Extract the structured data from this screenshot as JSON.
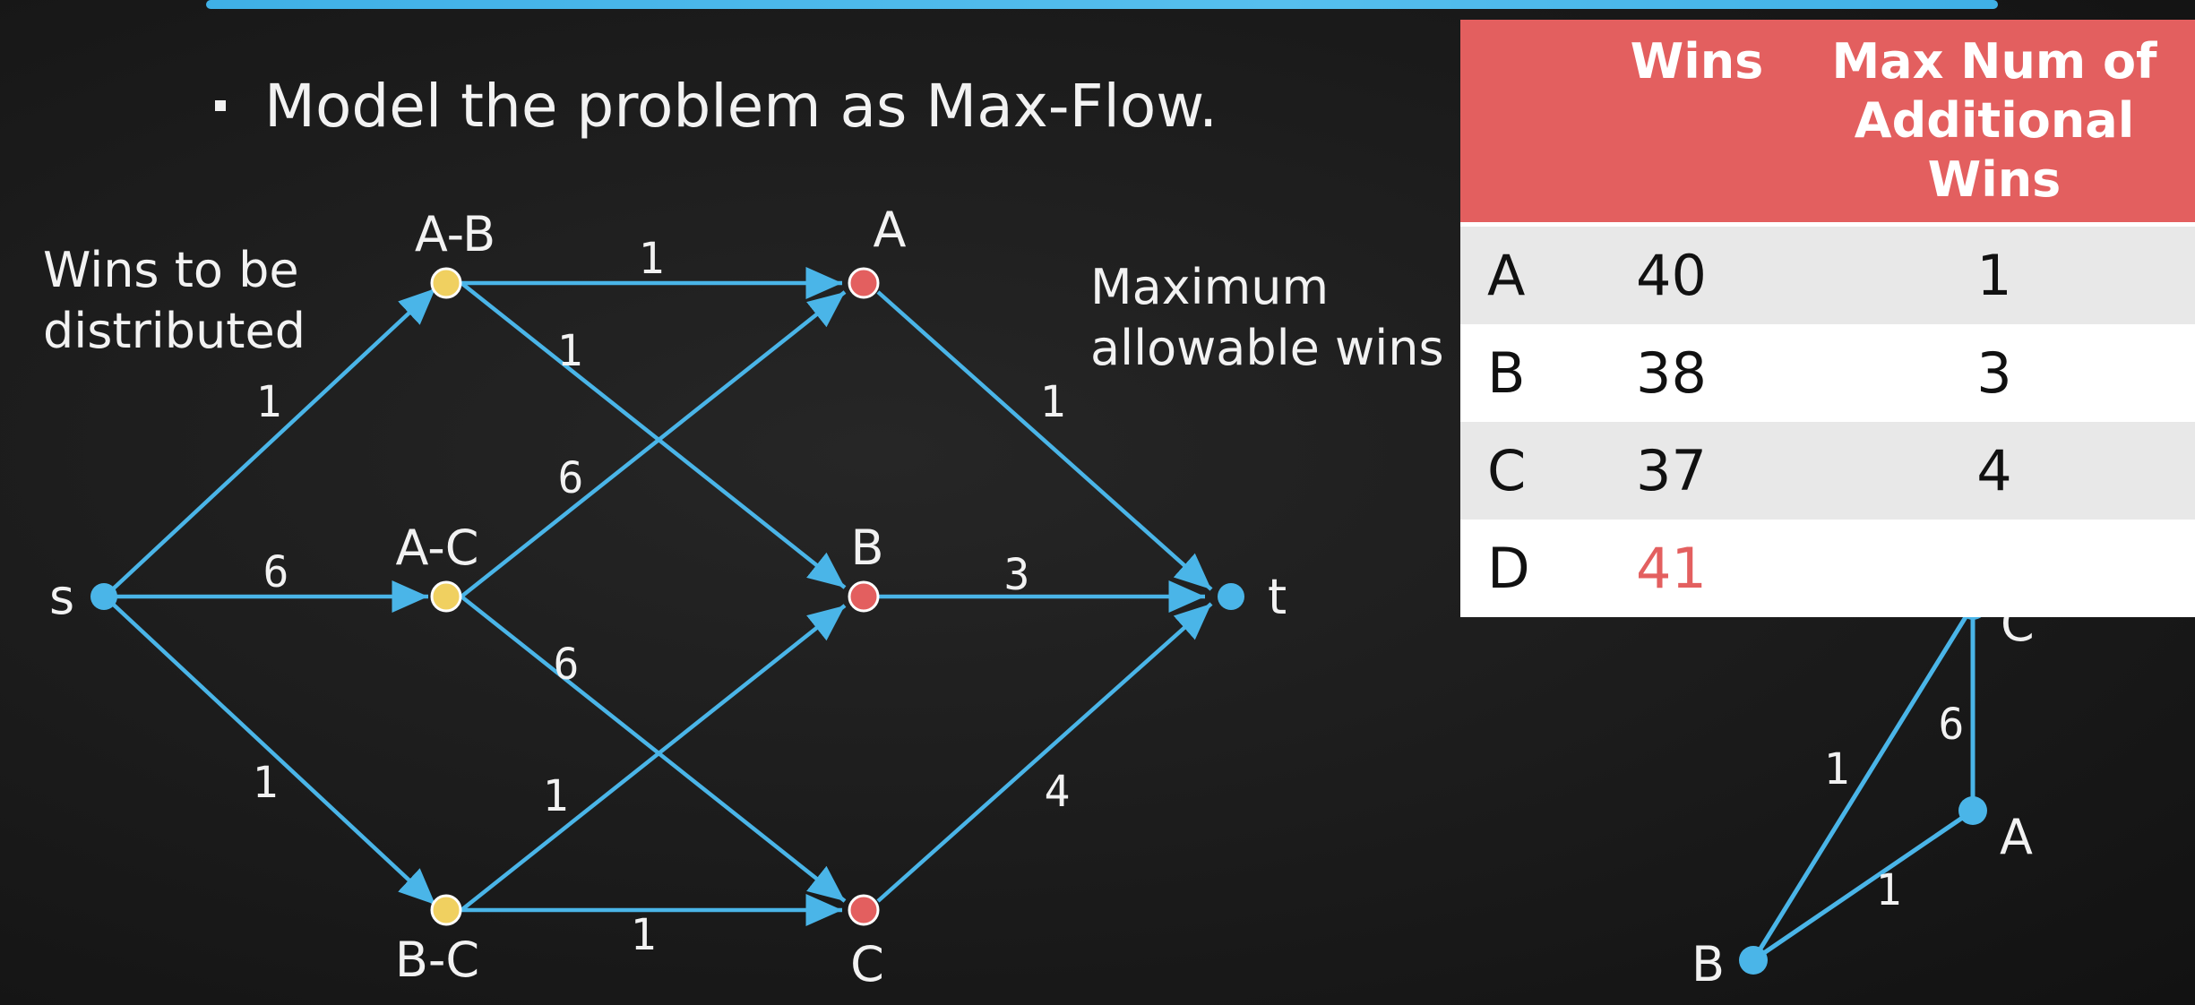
{
  "bullet": "Model the problem as Max-Flow.",
  "notes": {
    "left_line1": "Wins to be",
    "left_line2": "distributed",
    "right_line1": "Maximum",
    "right_line2": "allowable wins"
  },
  "network": {
    "nodes": {
      "s": "s",
      "ab": "A-B",
      "ac": "A-C",
      "bc": "B-C",
      "a": "A",
      "b": "B",
      "c": "C",
      "t": "t"
    },
    "capacities": {
      "s_ab": "1",
      "s_ac": "6",
      "s_bc": "1",
      "ab_a": "1",
      "ab_b": "1",
      "ac_a": "6",
      "ac_c": "6",
      "bc_b": "1",
      "bc_c": "1",
      "a_t": "1",
      "b_t": "3",
      "c_t": "4"
    }
  },
  "table": {
    "headers": [
      "",
      "Wins",
      "Max Num of Additional Wins"
    ],
    "rows": [
      {
        "team": "A",
        "wins": "40",
        "additional": "1"
      },
      {
        "team": "B",
        "wins": "38",
        "additional": "3"
      },
      {
        "team": "C",
        "wins": "37",
        "additional": "4"
      },
      {
        "team": "D",
        "wins": "41",
        "additional": ""
      }
    ]
  },
  "triangle": {
    "nodes": {
      "c": "C",
      "a": "A",
      "b": "B"
    },
    "edges": {
      "ca": "6",
      "cb": "1",
      "ab": "1"
    }
  },
  "colors": {
    "edge": "#4ab5e8",
    "source_sink": "#4ab5e8",
    "game_node": "#f0d060",
    "team_node": "#e35f5f",
    "table_header": "#e35f5f"
  }
}
